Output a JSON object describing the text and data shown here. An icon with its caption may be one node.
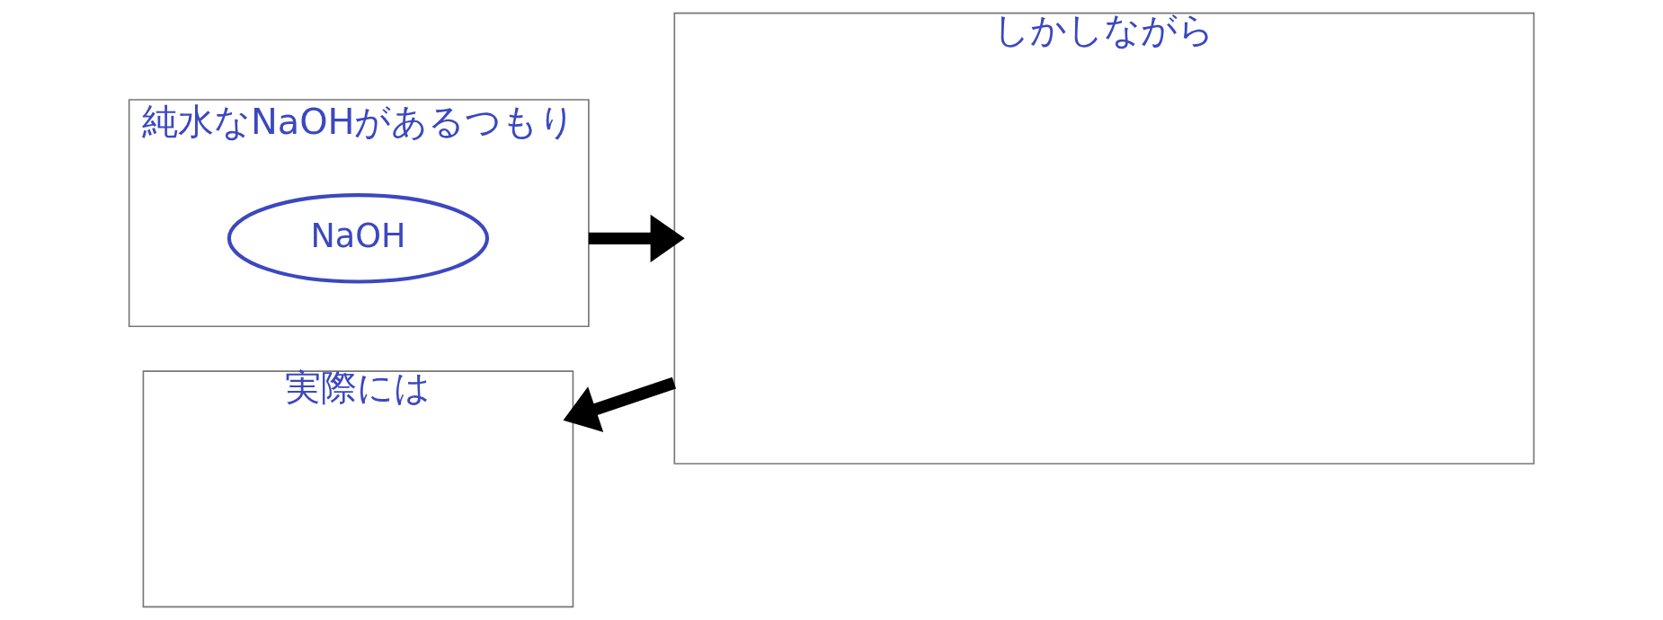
{
  "diagram": {
    "nodes": [
      {
        "text": [
          "純水なNaOHがあるつもり"
        ]
      },
      {
        "text": [
          "NaOH"
        ],
        "in": 0
      },
      {
        "text": [
          "しかしながら"
        ]
      },
      {
        "text": [
          "実際には"
        ]
      }
    ],
    "edges": [
      {
        "from": 0,
        "to": 2,
        "arrow": "to"
      },
      {
        "from": 2,
        "to": 3,
        "arrow": "to"
      }
    ]
  }
}
